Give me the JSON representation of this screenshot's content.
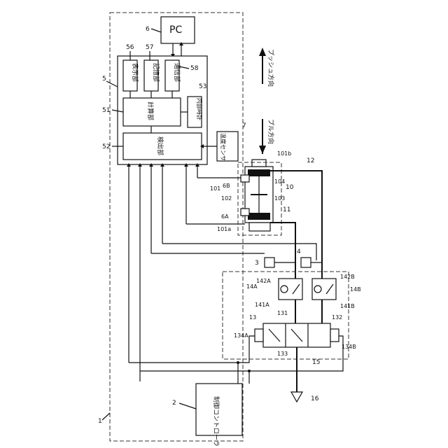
{
  "labels": {
    "pc": "PC",
    "pc_num": "6",
    "display": "表示部",
    "storage": "記憶部",
    "comm": "通信部",
    "display_num": "56",
    "storage_num": "57",
    "comm_num": "58",
    "unit5": "5",
    "calc": "計算部",
    "calc_num": "51",
    "clock": "内部時計",
    "clock_num": "53",
    "detect": "検出部",
    "detect_num": "52",
    "temp": "温度センサ",
    "temp_num": "7",
    "push": "プッシュ方向",
    "pull": "プル方向",
    "controller": "制御コントローラ",
    "controller_num": "2",
    "system_num": "1",
    "n101": "101",
    "n101a": "101a",
    "n101b": "101b",
    "n102": "102",
    "n103": "103",
    "n104": "104",
    "n6A": "6A",
    "n6B": "6B",
    "n10": "10",
    "n11": "11",
    "n12": "12",
    "n3": "3",
    "n4": "4",
    "n13": "13",
    "n14A": "14A",
    "n14B": "14B",
    "n141A": "141A",
    "n142A": "142A",
    "n141B": "141B",
    "n142B": "142B",
    "n131": "131",
    "n132": "132",
    "n133": "133",
    "n134A": "134A",
    "n134B": "134B",
    "n15": "15",
    "n16": "16"
  }
}
